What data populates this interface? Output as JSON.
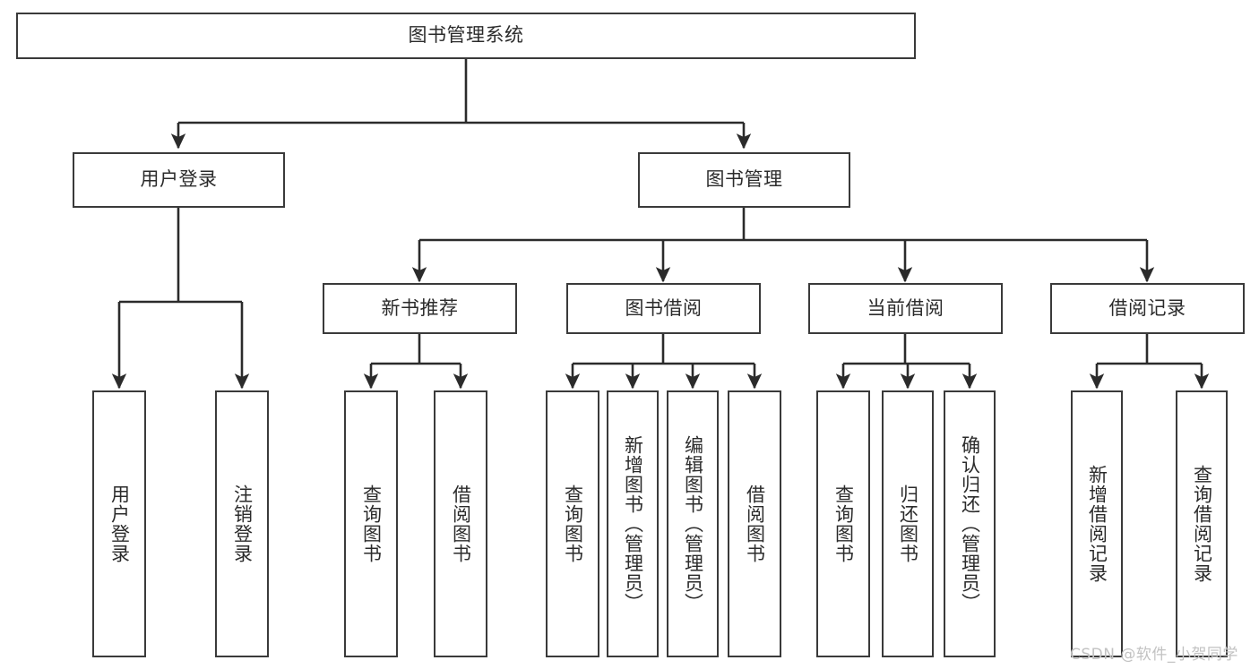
{
  "diagram": {
    "title": "图书管理系统",
    "type": "tree-hierarchy",
    "root": {
      "id": "root",
      "label": "图书管理系统",
      "level": 0
    },
    "level1": [
      {
        "id": "user-login",
        "label": "用户登录",
        "level": 1
      },
      {
        "id": "book-manage",
        "label": "图书管理",
        "level": 1
      }
    ],
    "level2": [
      {
        "id": "new-book-rec",
        "label": "新书推荐",
        "level": 2,
        "parent": "book-manage"
      },
      {
        "id": "book-borrow",
        "label": "图书借阅",
        "level": 2,
        "parent": "book-manage"
      },
      {
        "id": "current-borrow",
        "label": "当前借阅",
        "level": 2,
        "parent": "book-manage"
      },
      {
        "id": "borrow-record",
        "label": "借阅记录",
        "level": 2,
        "parent": "book-manage"
      }
    ],
    "leaves": [
      {
        "id": "leaf-user-login",
        "label": "用户登录",
        "parent": "user-login"
      },
      {
        "id": "leaf-user-logout",
        "label": "注销登录",
        "parent": "user-login"
      },
      {
        "id": "leaf-rec-query-book",
        "label": "查询图书",
        "parent": "new-book-rec"
      },
      {
        "id": "leaf-rec-borrow-book",
        "label": "借阅图书",
        "parent": "new-book-rec"
      },
      {
        "id": "leaf-borrow-query-book",
        "label": "查询图书",
        "parent": "book-borrow"
      },
      {
        "id": "leaf-borrow-add-book",
        "label": "新增图书（管理员）",
        "parent": "book-borrow"
      },
      {
        "id": "leaf-borrow-edit-book",
        "label": "编辑图书（管理员）",
        "parent": "book-borrow"
      },
      {
        "id": "leaf-borrow-lend-book",
        "label": "借阅图书",
        "parent": "book-borrow"
      },
      {
        "id": "leaf-cur-query-book",
        "label": "查询图书",
        "parent": "current-borrow"
      },
      {
        "id": "leaf-cur-return-book",
        "label": "归还图书",
        "parent": "current-borrow"
      },
      {
        "id": "leaf-cur-confirm-return",
        "label": "确认归还（管理员）",
        "parent": "current-borrow"
      },
      {
        "id": "leaf-rec-add-record",
        "label": "新增借阅记录",
        "parent": "borrow-record"
      },
      {
        "id": "leaf-rec-query-record",
        "label": "查询借阅记录",
        "parent": "borrow-record"
      }
    ]
  },
  "watermark": {
    "text": "CSDN @软件_小贺同学"
  },
  "colors": {
    "background": "#ffffff",
    "box_border": "#3a3a3a",
    "box_fill": "#ffffff",
    "text": "#2b2b2b",
    "edge": "#2b2b2b",
    "watermark": "#c2c2c2"
  }
}
